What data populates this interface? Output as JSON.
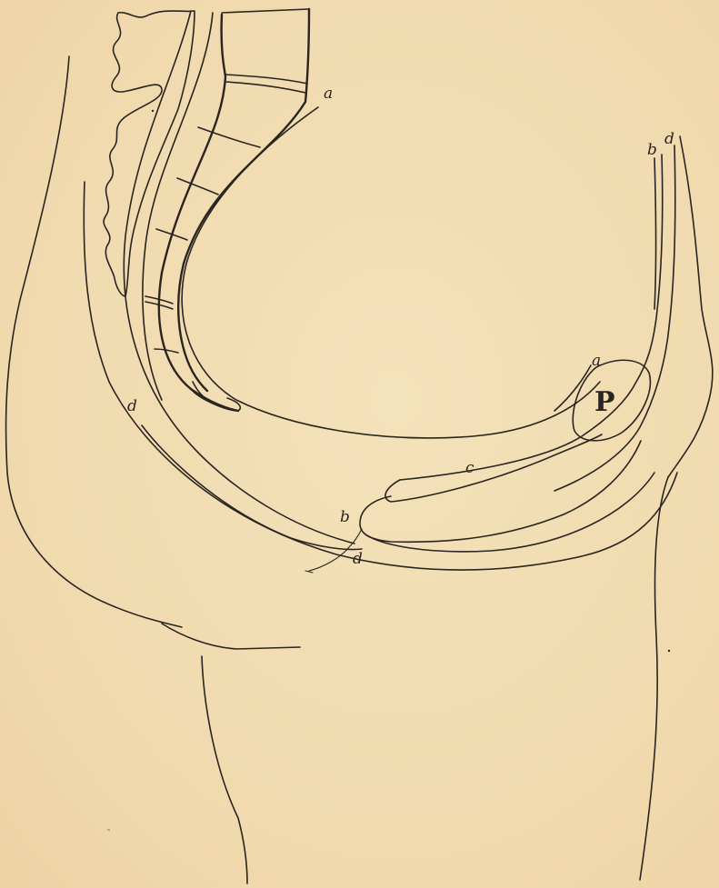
{
  "labels": {
    "a_top": "a",
    "bd_right_b": "b",
    "bd_right_d": "d",
    "a_organ": "a",
    "P": "P",
    "d_left": "d",
    "c": "c",
    "b_lower": "b",
    "d_lower": "d"
  },
  "colors": {
    "paper": "#f1dcb1",
    "ink": "#2a2520"
  }
}
